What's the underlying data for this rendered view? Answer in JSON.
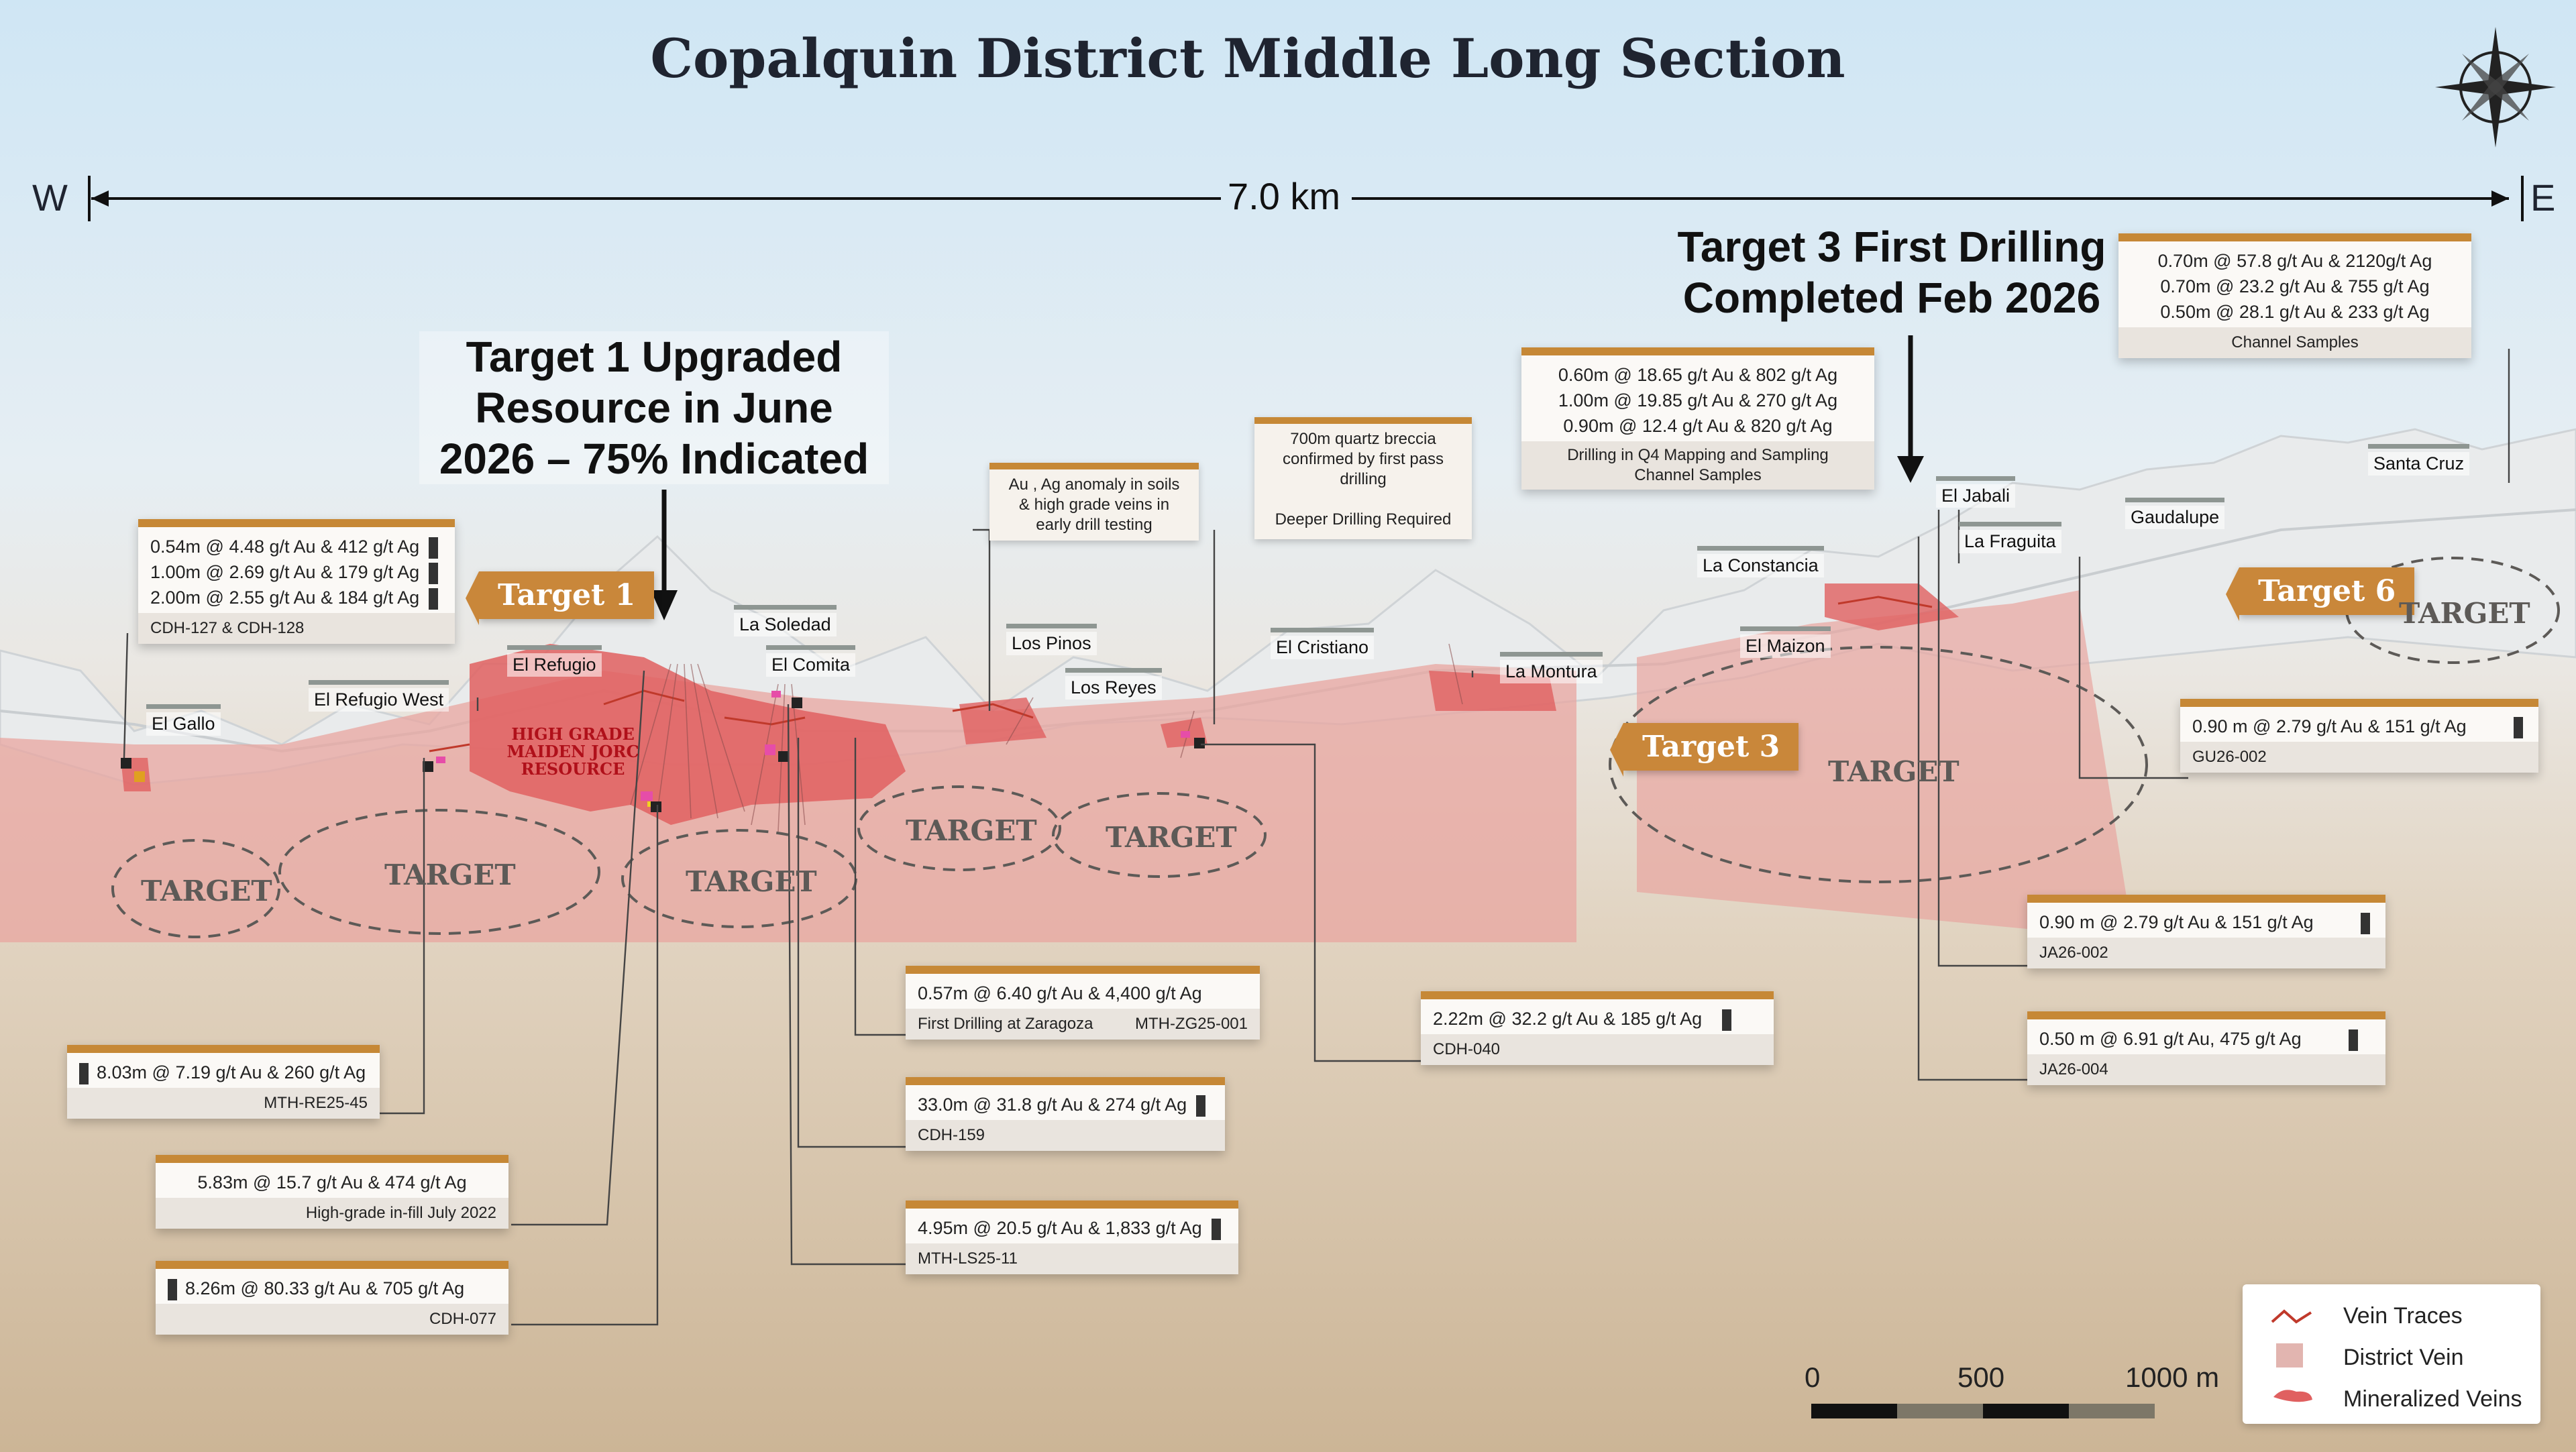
{
  "title": "Copalquin District Middle Long Section",
  "axis": {
    "west": "W",
    "east": "E",
    "length": "7.0 km"
  },
  "callouts": {
    "target1_line1": "Target 1 Upgraded",
    "target1_line2": "Resource in June",
    "target1_line3": "2026 – 75% Indicated",
    "target3_line1": "Target 3 First Drilling",
    "target3_line2": "Completed Feb 2026"
  },
  "target_badges": {
    "t1": "Target 1",
    "t3": "Target 3",
    "t6": "Target 6"
  },
  "target_ellipse_label": "TARGET",
  "resource_label": [
    "HIGH GRADE",
    "MAIDEN JORC",
    "RESOURCE"
  ],
  "locations": {
    "el_gallo": "El Gallo",
    "el_refugio_west": "El Refugio West",
    "el_refugio": "El Refugio",
    "la_soledad": "La Soledad",
    "el_comita": "El Comita",
    "los_pinos": "Los Pinos",
    "los_reyes": "Los Reyes",
    "el_cristiano": "El Cristiano",
    "la_montura": "La Montura",
    "la_constancia": "La Constancia",
    "el_maizon": "El Maizon",
    "el_jabali": "El Jabali",
    "la_fraguita": "La Fraguita",
    "gaudalupe": "Gaudalupe",
    "santa_cruz": "Santa Cruz"
  },
  "cards": {
    "cdh127": {
      "rows": [
        "0.54m @ 4.48 g/t Au & 412 g/t Ag",
        "1.00m @ 2.69 g/t Au & 179 g/t Ag",
        "2.00m @ 2.55 g/t Au & 184 g/t Ag"
      ],
      "foot": "CDH-127 & CDH-128"
    },
    "re25": {
      "row": "8.03m @ 7.19 g/t Au & 260 g/t Ag",
      "foot": "MTH-RE25-45"
    },
    "infill": {
      "row": "5.83m @ 15.7 g/t Au & 474 g/t Ag",
      "foot": "High-grade in-fill July 2022"
    },
    "cdh077": {
      "row": "8.26m @ 80.33 g/t Au & 705 g/t Ag",
      "foot": "CDH-077"
    },
    "zg25": {
      "row": "0.57m @ 6.40 g/t Au & 4,400 g/t Ag",
      "foot_left": "First Drilling at Zaragoza",
      "foot_right": "MTH-ZG25-001"
    },
    "cdh159": {
      "row": "33.0m @ 31.8 g/t Au & 274 g/t Ag",
      "foot": "CDH-159"
    },
    "ls25": {
      "row": "4.95m @ 20.5 g/t Au & 1,833 g/t Ag",
      "foot": "MTH-LS25-11"
    },
    "cdh040": {
      "row": "2.22m @ 32.2 g/t Au & 185 g/t Ag",
      "foot": "CDH-040"
    },
    "q4": {
      "rows": [
        "0.60m @ 18.65 g/t Au & 802 g/t Ag",
        "1.00m @ 19.85 g/t Au & 270 g/t Ag",
        "0.90m @ 12.4 g/t Au & 820 g/t Ag"
      ],
      "foot1": "Drilling in Q4 Mapping and Sampling",
      "foot2": "Channel Samples"
    },
    "channel": {
      "rows": [
        "0.70m @ 57.8 g/t Au & 2120g/t Ag",
        "0.70m @ 23.2 g/t Au & 755 g/t Ag",
        "0.50m @ 28.1 g/t Au & 233 g/t Ag"
      ],
      "foot": "Channel Samples"
    },
    "gu26": {
      "row": "0.90 m @ 2.79 g/t Au & 151 g/t Ag",
      "foot": "GU26-002"
    },
    "ja26_002": {
      "row": "0.90 m @ 2.79 g/t Au & 151 g/t Ag",
      "foot": "JA26-002"
    },
    "ja26_004": {
      "row": "0.50 m @ 6.91 g/t Au, 475 g/t Ag",
      "foot": "JA26-004"
    }
  },
  "notes": {
    "soils": [
      "Au , Ag anomaly in soils",
      "& high grade veins in",
      "early drill testing"
    ],
    "breccia": [
      "700m quartz breccia",
      "confirmed by first pass",
      "drilling",
      "",
      "Deeper Drilling Required"
    ]
  },
  "legend": {
    "vein_traces": "Vein Traces",
    "district_vein": "District Vein",
    "mineralized_veins": "Mineralized Veins"
  },
  "scale": {
    "zero": "0",
    "mid": "500",
    "max": "1000 m"
  },
  "colors": {
    "accent": "#c68836",
    "district_vein": "#e8a5a0",
    "mineralized": "#e06060",
    "vein_trace": "#c0392b"
  }
}
